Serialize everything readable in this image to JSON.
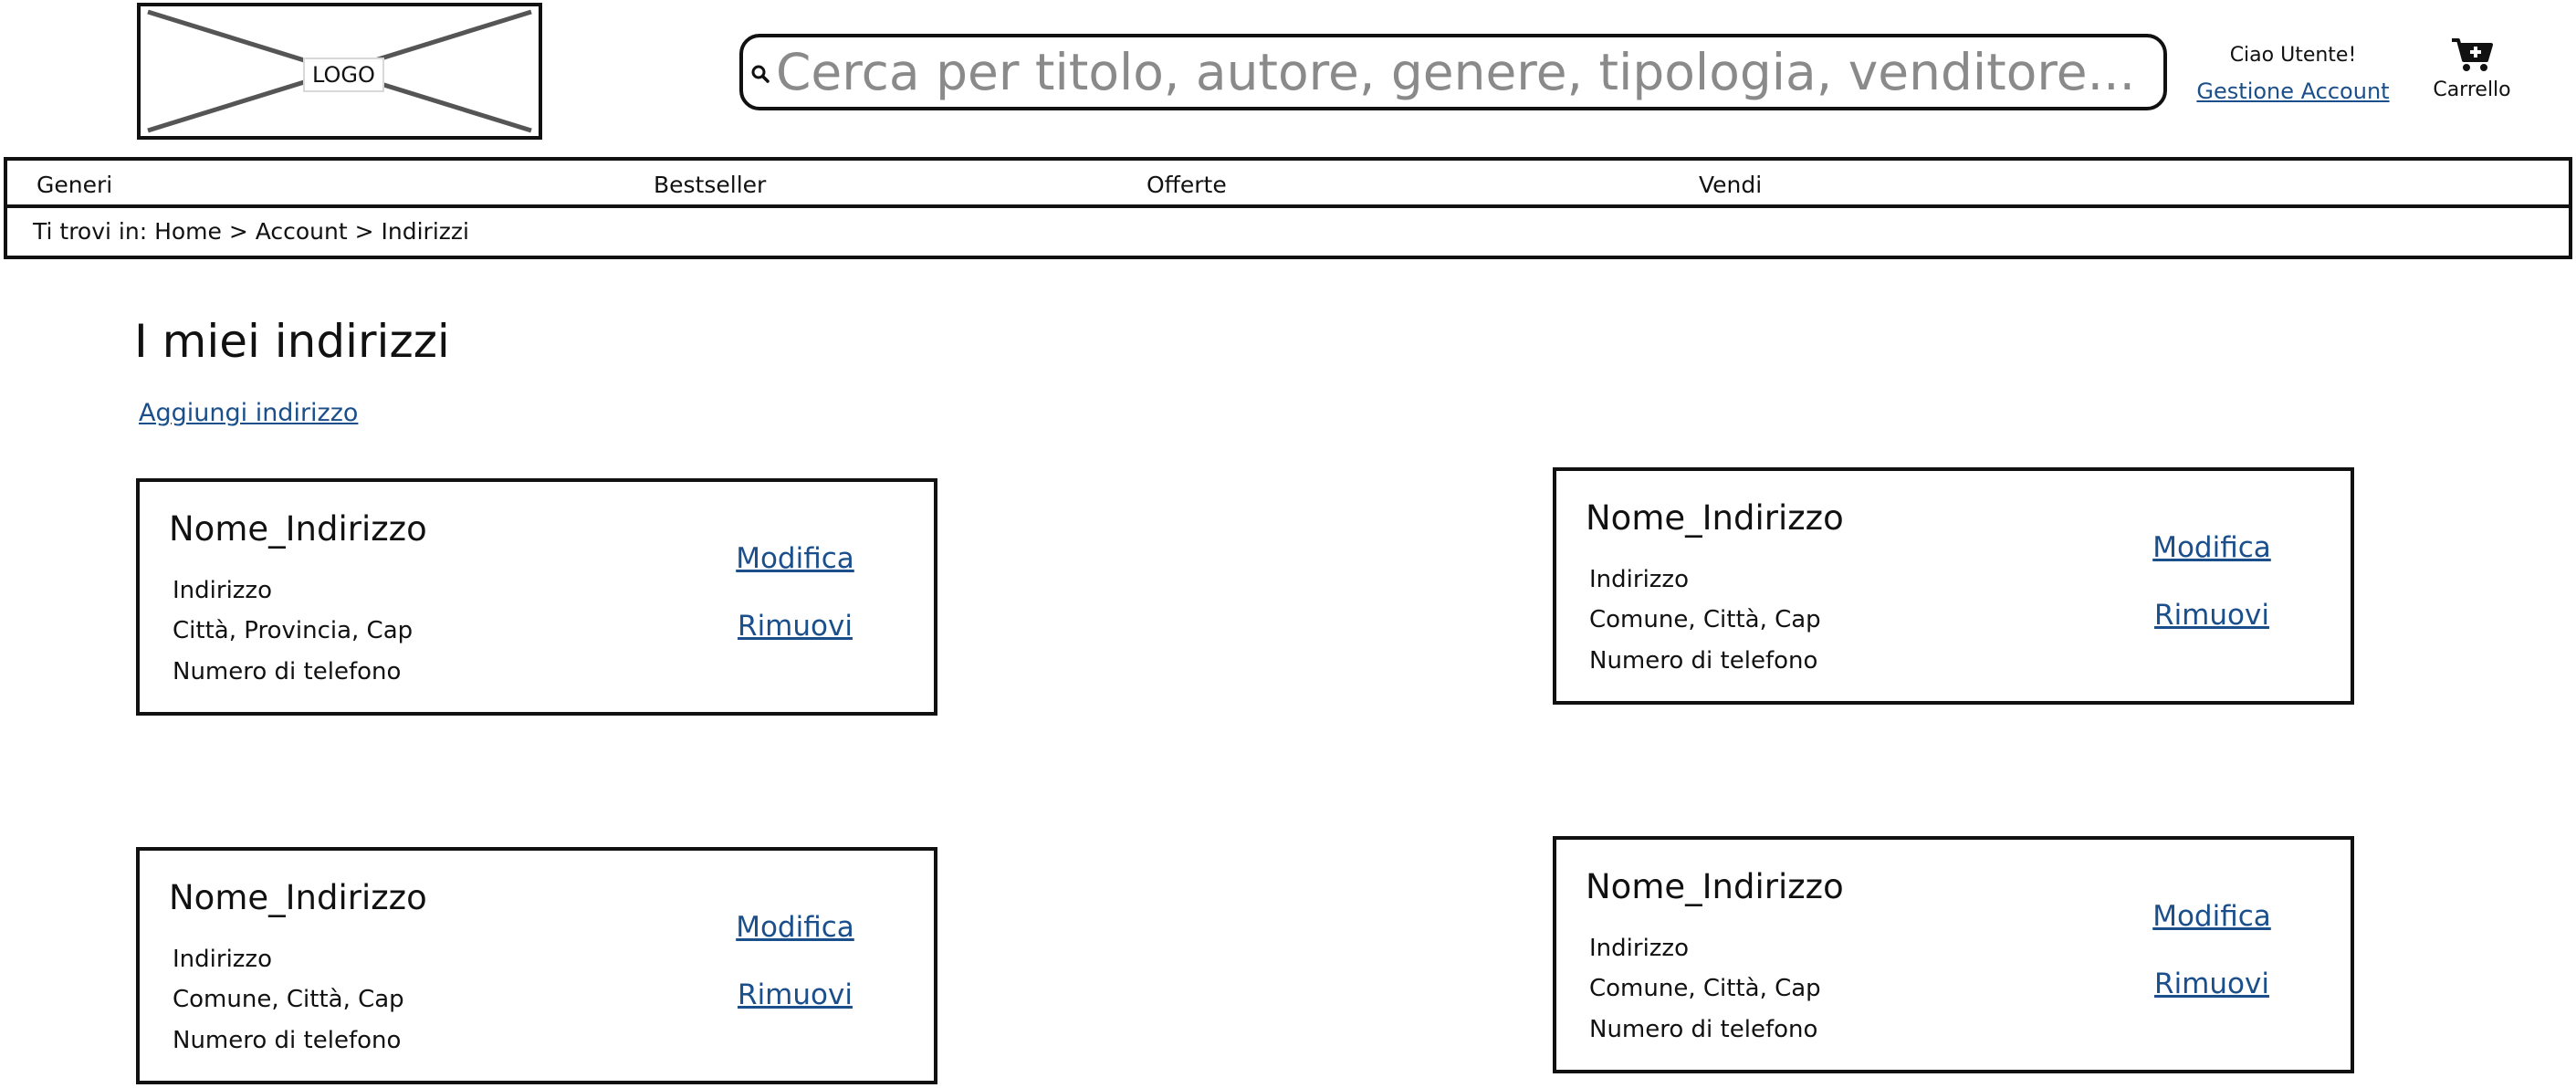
{
  "header": {
    "logo_label": "LOGO",
    "search": {
      "placeholder": "Cerca per titolo, autore, genere, tipologia, venditore..."
    },
    "user": {
      "greeting": "Ciao Utente!",
      "account_link": "Gestione Account"
    },
    "cart": {
      "label": "Carrello"
    }
  },
  "nav": {
    "items": [
      {
        "label": "Generi"
      },
      {
        "label": "Bestseller"
      },
      {
        "label": "Offerte"
      },
      {
        "label": "Vendi"
      }
    ]
  },
  "breadcrumb": {
    "text": "Ti trovi in: Home > Account > Indirizzi"
  },
  "main": {
    "title": "I miei indirizzi",
    "add_link": "Aggiungi indirizzo",
    "addresses": [
      {
        "name": "Nome_Indirizzo",
        "line1": "Indirizzo",
        "line2": "Città, Provincia, Cap",
        "line3": "Numero di telefono",
        "edit": "Modifica",
        "remove": "Rimuovi"
      },
      {
        "name": "Nome_Indirizzo",
        "line1": "Indirizzo",
        "line2": "Comune, Città, Cap",
        "line3": "Numero di telefono",
        "edit": "Modifica",
        "remove": "Rimuovi"
      },
      {
        "name": "Nome_Indirizzo",
        "line1": "Indirizzo",
        "line2": "Comune, Città, Cap",
        "line3": "Numero di telefono",
        "edit": "Modifica",
        "remove": "Rimuovi"
      },
      {
        "name": "Nome_Indirizzo",
        "line1": "Indirizzo",
        "line2": "Comune, Città, Cap",
        "line3": "Numero di telefono",
        "edit": "Modifica",
        "remove": "Rimuovi"
      }
    ]
  },
  "colors": {
    "link": "#1a4f8b",
    "border": "#111111",
    "placeholder": "#8a8a8a"
  }
}
